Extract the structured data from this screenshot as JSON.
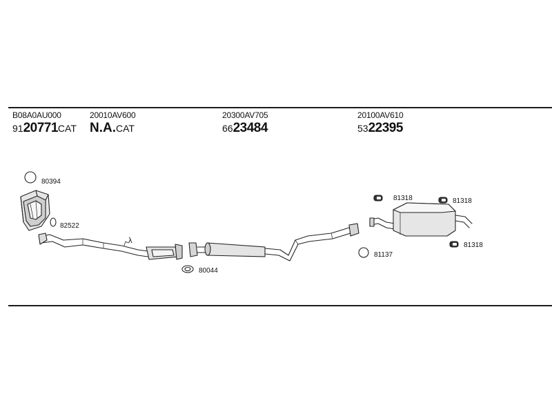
{
  "groups": [
    {
      "oe": "B08A0AU000",
      "prefix": "91",
      "main": "20771",
      "suffix": "CAT"
    },
    {
      "oe": "20010AV600",
      "prefix": "",
      "main": "N.A.",
      "suffix": "CAT"
    },
    {
      "oe": "20300AV705",
      "prefix": "66",
      "main": "23484",
      "suffix": ""
    },
    {
      "oe": "20100AV610",
      "prefix": "53",
      "main": "22395",
      "suffix": ""
    }
  ],
  "parts": {
    "p80394": "80394",
    "p82522": "82522",
    "p80044": "80044",
    "p81318a": "81318",
    "p81318b": "81318",
    "p81318c": "81318",
    "p81137": "81137",
    "lambda": "λ"
  }
}
